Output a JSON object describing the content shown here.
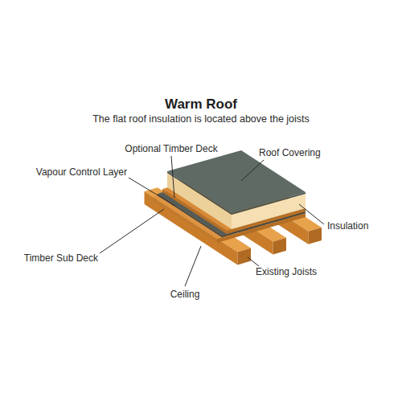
{
  "diagram": {
    "title": "Warm Roof",
    "caption": "The flat roof insulation is located above the joists",
    "labels": [
      "Optional Timber Deck",
      "Roof Covering",
      "Vapour Control Layer",
      "Insulation",
      "Timber Sub Deck",
      "Existing Joists",
      "Ceiling"
    ]
  }
}
